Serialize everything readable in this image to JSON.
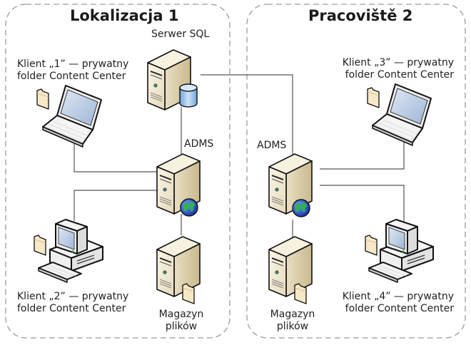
{
  "sites": [
    {
      "title": "Lokalizacja 1"
    },
    {
      "title": "Pracoviště 2"
    }
  ],
  "nodes": {
    "sql_server": {
      "label": "Serwer SQL",
      "icon": "database-server-icon"
    },
    "adms1": {
      "label": "ADMS",
      "icon": "web-server-icon"
    },
    "adms2": {
      "label": "ADMS",
      "icon": "web-server-icon"
    },
    "store1": {
      "label_line1": "Magazyn",
      "label_line2": "plików",
      "icon": "file-server-icon"
    },
    "store2": {
      "label_line1": "Magazyn",
      "label_line2": "plików",
      "icon": "file-server-icon"
    },
    "client1": {
      "label_line1": "Klient „1” — prywatny",
      "label_line2": "folder Content Center",
      "icon": "laptop-icon"
    },
    "client2": {
      "label_line1": "Klient „2” — prywatny",
      "label_line2": "folder Content Center",
      "icon": "desktop-computer-icon"
    },
    "client3": {
      "label_line1": "Klient „3” — prywatny",
      "label_line2": "folder Content Center",
      "icon": "laptop-icon"
    },
    "client4": {
      "label_line1": "Klient „4” — prywatny",
      "label_line2": "folder Content Center",
      "icon": "desktop-computer-icon"
    }
  },
  "colors": {
    "server_front": "#f3ecd9",
    "server_side": "#ddd0ad",
    "folder": "#f7e9c7",
    "db": "#9cc3e6",
    "connector": "#555555",
    "site_border": "#9a9a9a"
  }
}
